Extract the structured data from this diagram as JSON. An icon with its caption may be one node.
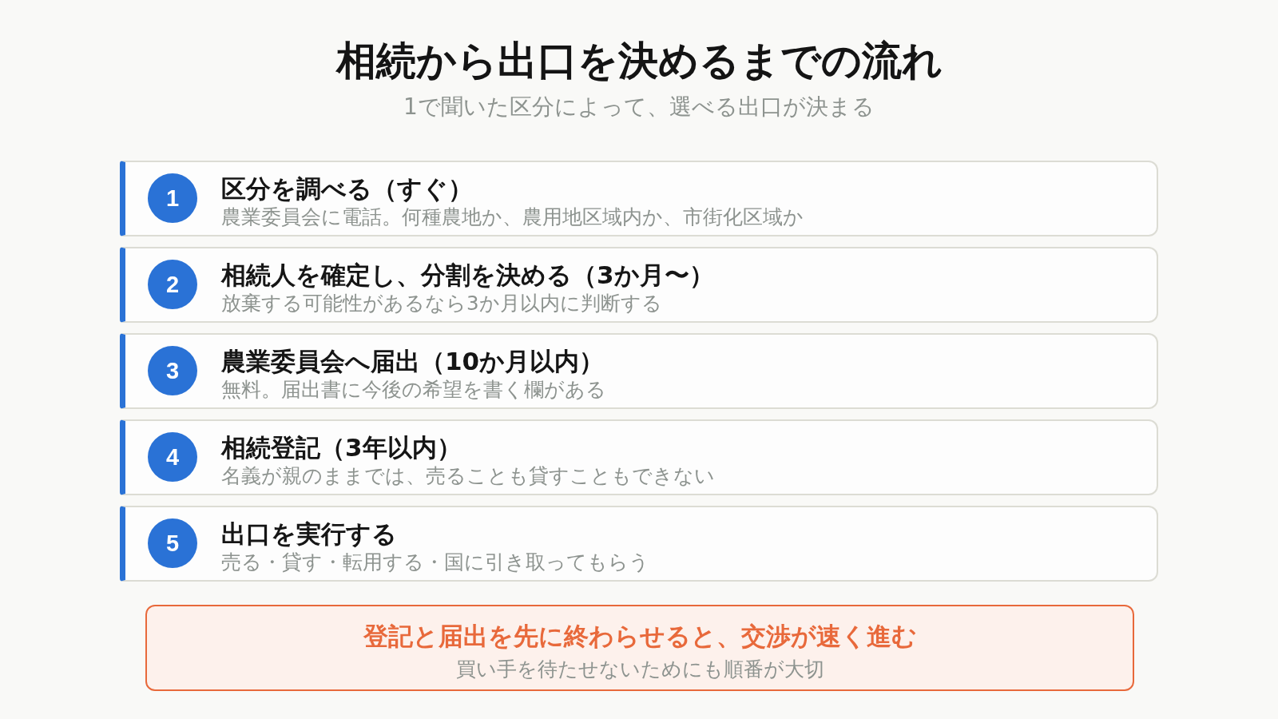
{
  "diagram": {
    "title": "相続から出口を決めるまでの流れ",
    "labels": [
      "1で聞いた区分によって、選べる出口が決まる"
    ],
    "nodes": [
      {
        "text": [
          "区分を調べる（すぐ）",
          "農業委員会に電話。何種農地か、農用地区域内か、市街化区域か"
        ]
      },
      {
        "text": [
          "1"
        ],
        "in": 0
      },
      {
        "text": [
          "相続人を確定し、分割を決める（3か月〜）",
          "放棄する可能性があるなら3か月以内に判断する"
        ]
      },
      {
        "text": [
          "2"
        ],
        "in": 2
      },
      {
        "text": [
          "農業委員会へ届出（10か月以内）",
          "無料。届出書に今後の希望を書く欄がある"
        ]
      },
      {
        "text": [
          "3"
        ],
        "in": 4
      },
      {
        "text": [
          "相続登記（3年以内）",
          "名義が親のままでは、売ることも貸すこともできない"
        ]
      },
      {
        "text": [
          "4"
        ],
        "in": 6
      },
      {
        "text": [
          "出口を実行する",
          "売る・貸す・転用する・国に引き取ってもらう"
        ]
      },
      {
        "text": [
          "5"
        ],
        "in": 8
      },
      {
        "text": [
          "登記と届出を先に終わらせると、交渉が速く進む",
          "買い手を待たせないためにも順番が大切"
        ]
      }
    ]
  }
}
